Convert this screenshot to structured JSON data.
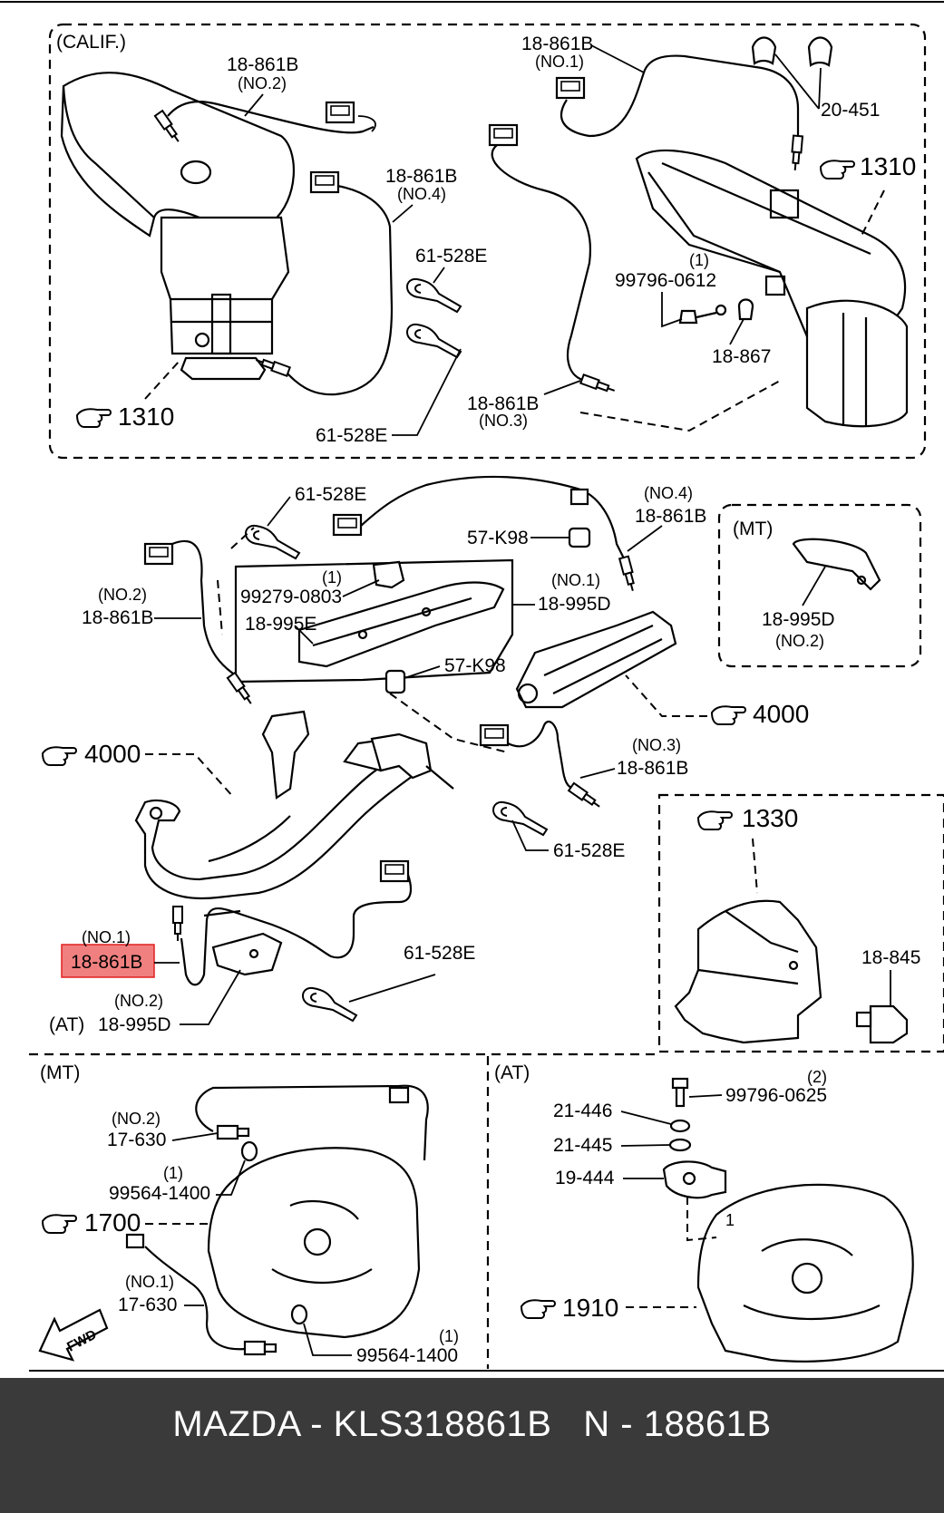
{
  "labels": {
    "calif": "(CALIF.)",
    "mt_box": "(MT)",
    "mt_section": "(MT)",
    "at_section": "(AT)",
    "at_left": "(AT)",
    "p_18861B_no2_top": "18-861B",
    "no2_top": "(NO.2)",
    "p_18861B_no1_top": "18-861B",
    "no1_top": "(NO.1)",
    "p_20451": "20-451",
    "ref_1310_right": "1310",
    "p_18861B_no4_top": "18-861B",
    "no4_top": "(NO.4)",
    "p_61528E_a": "61-528E",
    "qty_1_a": "(1)",
    "p_99796_0612": "99796-0612",
    "p_18867": "18-867",
    "ref_1310_left": "1310",
    "p_18861B_no3_top": "18-861B",
    "no3_top": "(NO.3)",
    "p_61528E_b": "61-528E",
    "p_61528E_c": "61-528E",
    "no4_mid": "(NO.4)",
    "p_18861B_no4_mid": "18-861B",
    "p_57K98_a": "57-K98",
    "qty_1_b": "(1)",
    "p_99279_0803": "99279-0803",
    "no1_mid": "(NO.1)",
    "p_18995D_no1": "18-995D",
    "p_18995E": "18-995E",
    "no2_mid": "(NO.2)",
    "p_18861B_no2_mid": "18-861B",
    "p_57K98_b": "57-K98",
    "p_18995D_mt": "18-995D",
    "no2_mt": "(NO.2)",
    "ref_4000_right": "4000",
    "ref_4000_left": "4000",
    "no3_mid": "(NO.3)",
    "p_18861B_no3_mid": "18-861B",
    "p_61528E_d": "61-528E",
    "ref_1330": "1330",
    "highlight_no": "(NO.1)",
    "highlight_part": "18-861B",
    "p_61528E_e": "61-528E",
    "p_18845": "18-845",
    "no2_at": "(NO.2)",
    "p_18995D_at": "18-995D",
    "no2_mtsec": "(NO.2)",
    "p_17630_no2": "17-630",
    "qty_1_c": "(1)",
    "p_99564_1400_a": "99564-1400",
    "ref_1700": "1700",
    "no1_mtsec": "(NO.1)",
    "p_17630_no1": "17-630",
    "qty_1_d": "(1)",
    "p_99564_1400_b": "99564-1400",
    "fwd": "FWD",
    "qty_2": "(2)",
    "p_99796_0625": "99796-0625",
    "p_21446": "21-446",
    "p_21445": "21-445",
    "p_19444": "19-444",
    "qty_1_e": "1",
    "ref_1910": "1910"
  },
  "footer": {
    "text": "MAZDA - KLS318861B   N - 18861B"
  },
  "colors": {
    "highlight_fill": "#f08080",
    "highlight_stroke": "#e02020",
    "footer_bg": "#3a3a3a",
    "footer_text": "#ffffff"
  },
  "icons": {
    "reference_marker": "pointing-hand-icon",
    "direction_marker": "fwd-arrow-icon"
  }
}
